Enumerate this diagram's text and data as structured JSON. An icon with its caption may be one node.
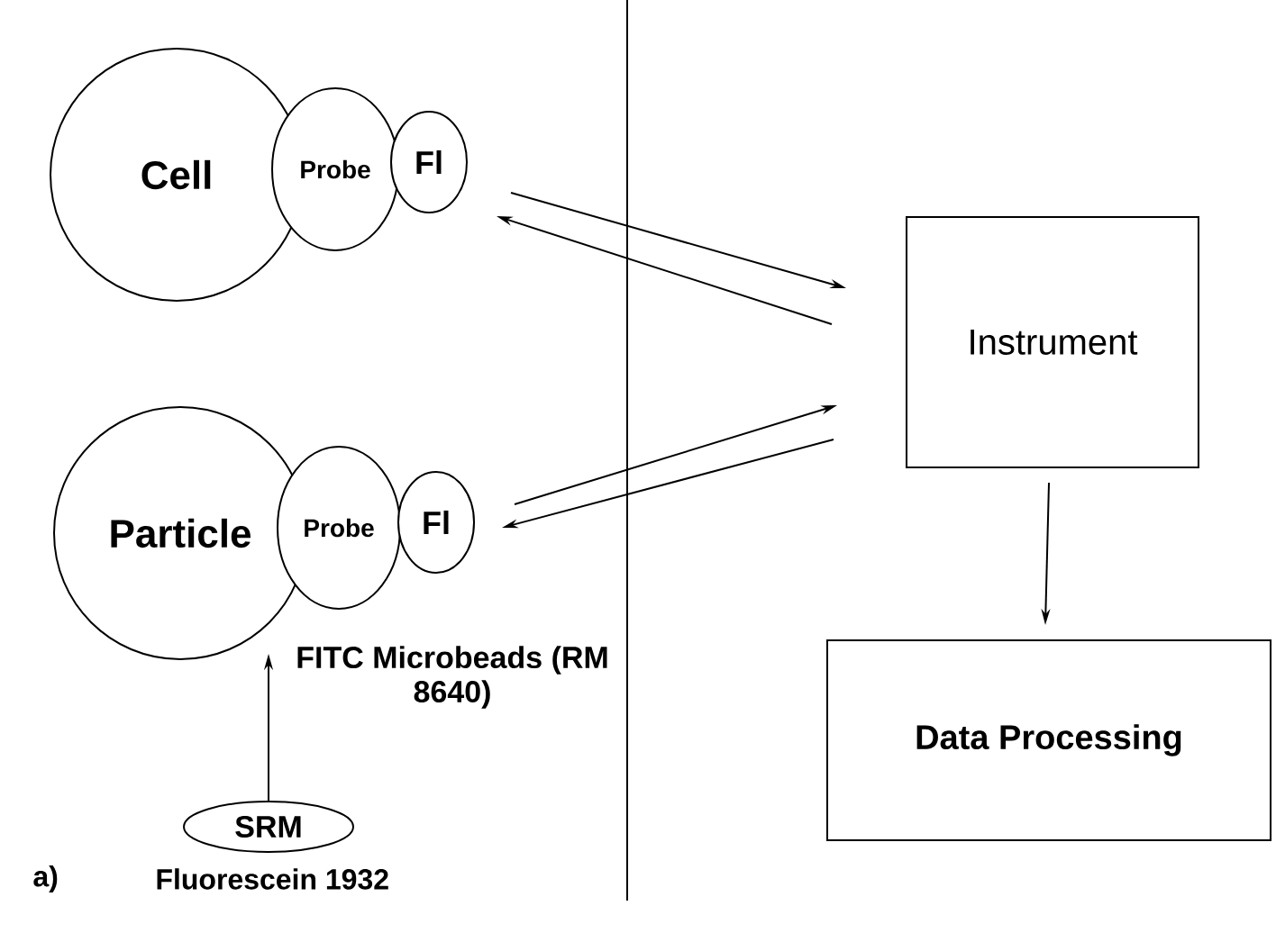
{
  "diagram": {
    "nodes": [
      {
        "text": [
          "Cell"
        ]
      },
      {
        "text": [
          "Probe"
        ]
      },
      {
        "text": [
          "Fl"
        ]
      },
      {
        "text": [
          "Particle"
        ],
        "beside": [
          "FITC Microbeads (RM 8640)"
        ]
      },
      {
        "text": [
          "Probe"
        ]
      },
      {
        "text": [
          "Fl"
        ]
      },
      {
        "text": [
          "Instrument"
        ]
      },
      {
        "text": [
          "Data Processing"
        ]
      },
      {
        "text": [
          "SRM"
        ]
      }
    ],
    "edges": [
      {
        "from": 2,
        "to": 6,
        "arrow": "to"
      },
      {
        "from": 6,
        "to": 2,
        "arrow": "to"
      },
      {
        "from": 5,
        "to": 6,
        "arrow": "to"
      },
      {
        "from": 6,
        "to": 5,
        "arrow": "to"
      },
      {
        "from": 6,
        "to": 7,
        "arrow": "to"
      },
      {
        "from": 8,
        "to": 3,
        "arrow": "to"
      }
    ],
    "labels": [
      "a)",
      "Fluorescein 1932"
    ]
  }
}
